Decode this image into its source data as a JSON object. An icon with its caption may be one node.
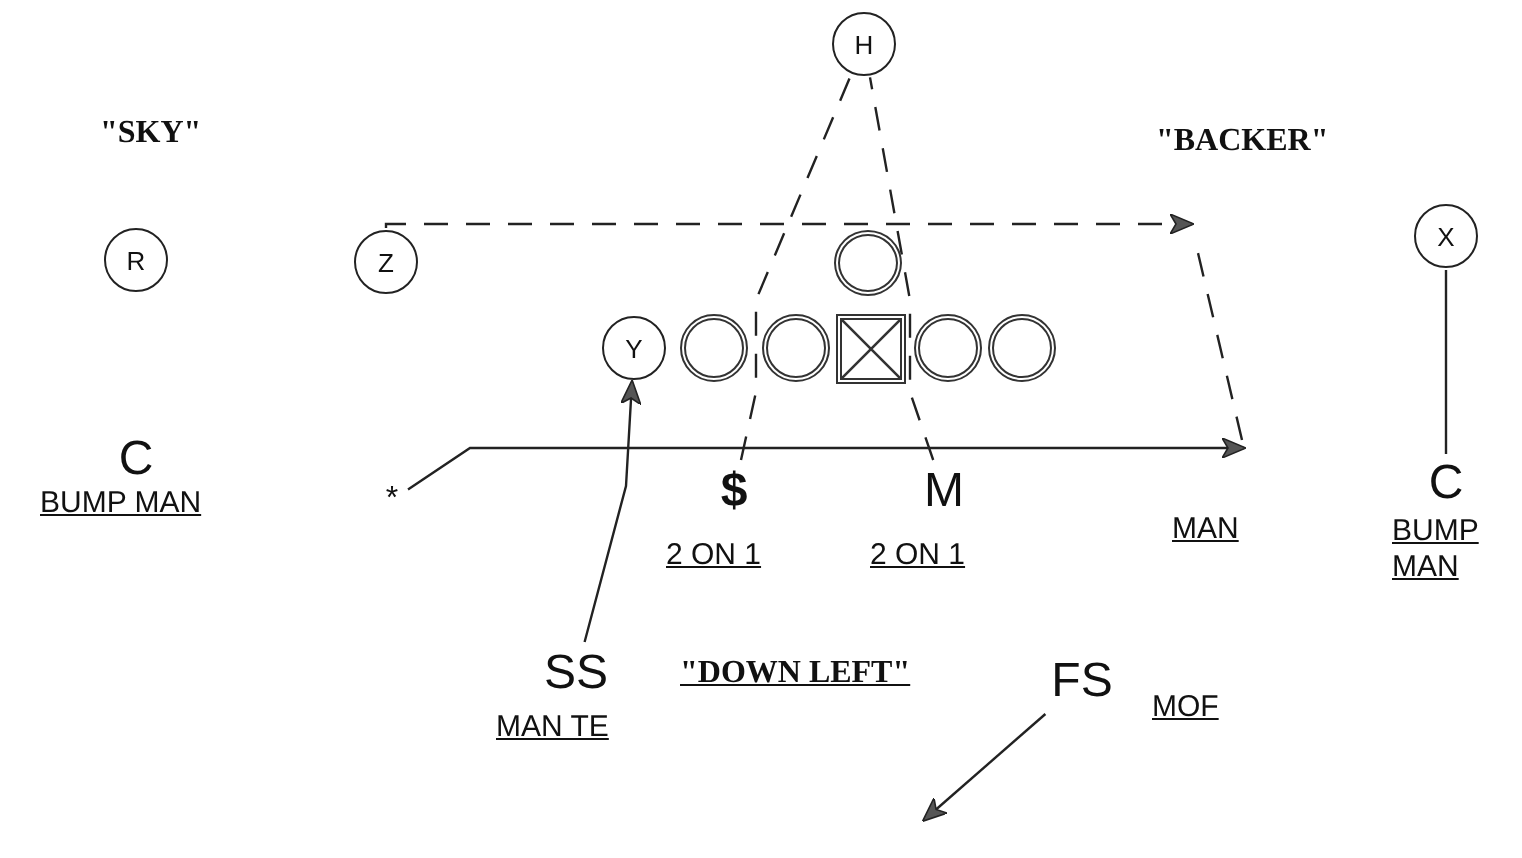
{
  "diagram": {
    "nodes": [
      {
        "text": [
          "H"
        ]
      },
      {
        "text": [
          "R"
        ]
      },
      {
        "text": [
          "Z"
        ]
      },
      {
        "text": [],
        "shape": "circle"
      },
      {
        "text": [
          "Y"
        ]
      },
      {
        "text": [],
        "shape": "circle"
      },
      {
        "text": [],
        "shape": "circle"
      },
      {
        "text": [],
        "shape": "box"
      },
      {
        "text": [],
        "shape": "circle"
      },
      {
        "text": [],
        "shape": "circle"
      },
      {
        "text": [
          "X"
        ]
      },
      {
        "text": [
          "C"
        ],
        "beside": [
          "BUMP MAN"
        ]
      },
      {
        "text": [
          "*"
        ]
      },
      {
        "text": [
          "$"
        ],
        "beside": [
          "2 ON 1"
        ]
      },
      {
        "text": [
          "M"
        ],
        "beside": [
          "2 ON 1"
        ]
      },
      {
        "text": [
          "C"
        ],
        "beside": [
          "BUMP MAN"
        ]
      },
      {
        "text": [
          "SS"
        ],
        "beside": [
          "MAN TE"
        ]
      },
      {
        "text": [
          "FS"
        ],
        "beside": [
          "MOF"
        ]
      }
    ],
    "edges": [
      {
        "from": 2,
        "to": null,
        "arrow": "to",
        "style": "dashed"
      },
      {
        "from": 12,
        "to": null,
        "arrow": "to"
      },
      {
        "from": 13,
        "to": 0,
        "arrow": "none",
        "style": "dashed"
      },
      {
        "from": 14,
        "to": 0,
        "arrow": "none",
        "style": "dashed"
      },
      {
        "from": 16,
        "to": 4,
        "arrow": "to"
      },
      {
        "from": 10,
        "to": 15,
        "arrow": "none"
      },
      {
        "from": 17,
        "to": null,
        "arrow": "to"
      }
    ],
    "labels": [
      "\"SKY\"",
      "\"BACKER\"",
      "MAN",
      "\"DOWN LEFT\""
    ]
  }
}
